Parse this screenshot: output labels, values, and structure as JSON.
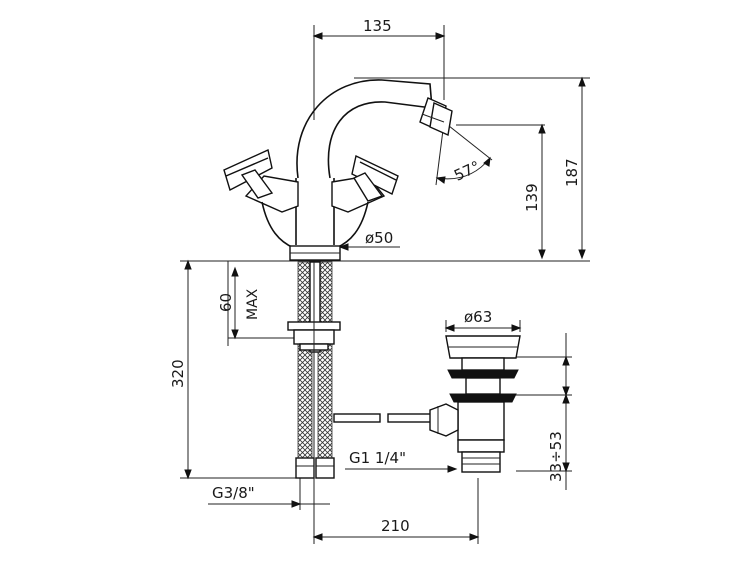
{
  "dimensions": {
    "width_top": "135",
    "height_total": "187",
    "spout_height": "139",
    "angle": "57°",
    "base_diameter": "ø50",
    "max_thickness_value": "60",
    "max_thickness_note": "MAX",
    "hose_length": "320",
    "waste_diameter": "ø63",
    "waste_range": "33÷53",
    "waste_thread": "G1  1/4\"",
    "hose_thread": "G3/8\"",
    "width_bottom": "210"
  }
}
